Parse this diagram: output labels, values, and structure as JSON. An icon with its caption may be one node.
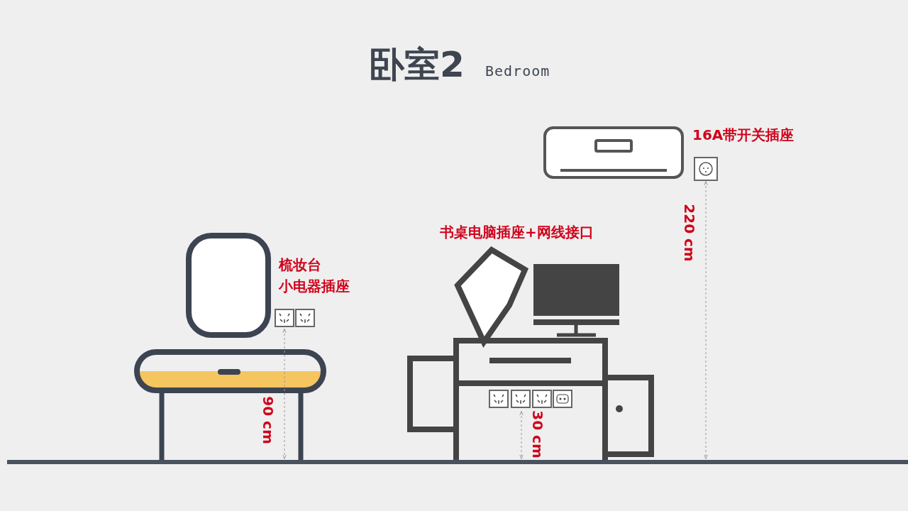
{
  "diagram": {
    "title": "卧室2",
    "labels": [
      "Bedroom",
      "16A带开关插座",
      "220 cm",
      "书桌电脑插座+网线接口",
      "梳妆台",
      "小电器插座",
      "90 cm",
      "30 cm"
    ]
  }
}
